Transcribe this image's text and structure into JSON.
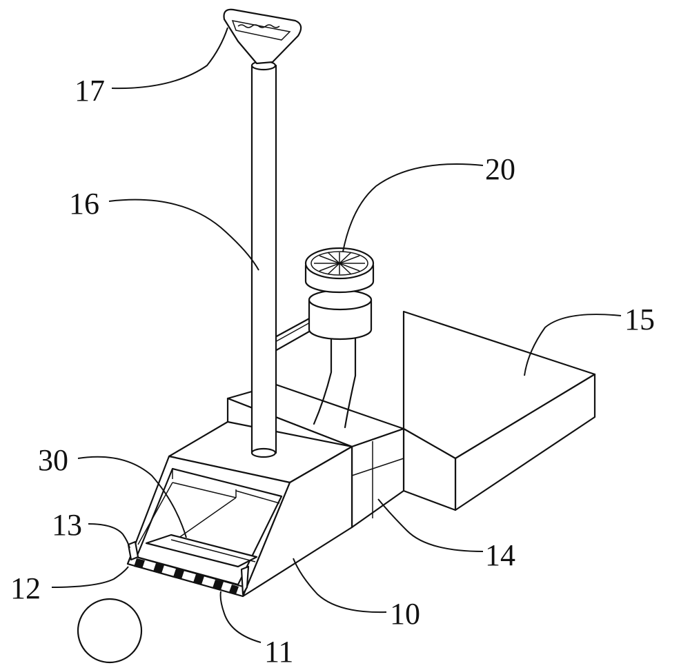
{
  "labels": {
    "l17": "17",
    "l16": "16",
    "l20": "20",
    "l15": "15",
    "l30": "30",
    "l13": "13",
    "l12": "12",
    "l14": "14",
    "l10": "10",
    "l11": "11"
  }
}
